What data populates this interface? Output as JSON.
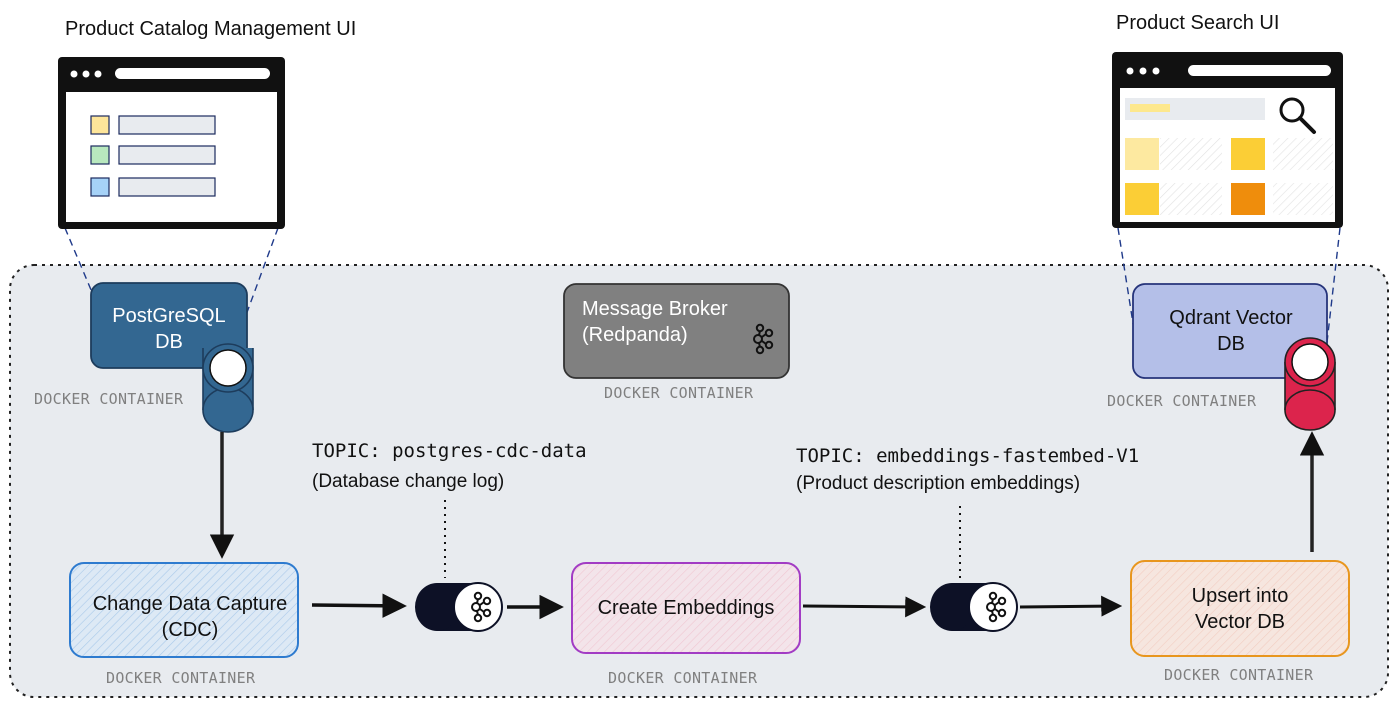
{
  "titles": {
    "catalog_ui": "Product Catalog Management UI",
    "search_ui": "Product Search UI"
  },
  "nodes": {
    "postgres": {
      "line1": "PostGreSQL",
      "line2": "DB",
      "container": "DOCKER CONTAINER"
    },
    "broker": {
      "line1": "Message Broker",
      "line2": "(Redpanda)",
      "container": "DOCKER CONTAINER"
    },
    "qdrant": {
      "line1": "Qdrant Vector",
      "line2": "DB",
      "container": "DOCKER CONTAINER"
    },
    "cdc": {
      "line1": "Change Data Capture",
      "line2": "(CDC)",
      "container": "DOCKER CONTAINER"
    },
    "embeddings": {
      "line1": "Create Embeddings",
      "container": "DOCKER CONTAINER"
    },
    "upsert": {
      "line1": "Upsert into",
      "line2": "Vector DB",
      "container": "DOCKER CONTAINER"
    }
  },
  "topics": {
    "cdc_topic": {
      "name": "TOPIC: postgres-cdc-data",
      "desc": "(Database change log)"
    },
    "emb_topic": {
      "name": "TOPIC: embeddings-fastembed-V1",
      "desc": "(Product description embeddings)"
    }
  },
  "colors": {
    "postgres": "#336791",
    "broker": "#808080",
    "qdrant": "#b4bfe8",
    "qdrant_cylinder": "#dc244c",
    "cdc_border": "#2e7bcf",
    "embeddings_border": "#a23cc4",
    "upsert_border": "#e8961e",
    "region": "#e8ebef",
    "topic_cylinder": "#0d1126"
  },
  "icons": {
    "kafka": "kafka-icon",
    "search": "magnifier-icon"
  }
}
